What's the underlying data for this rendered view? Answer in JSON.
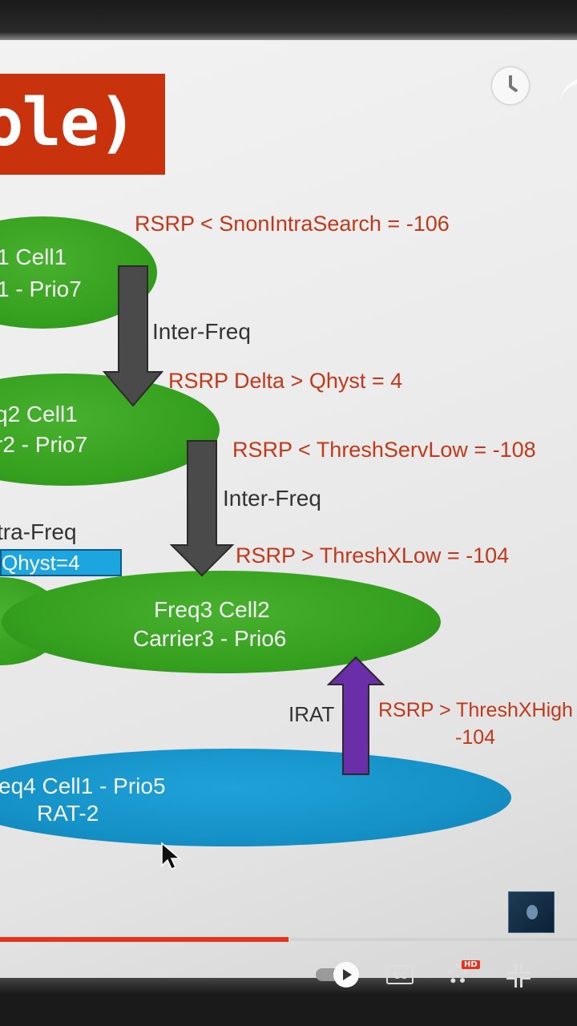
{
  "slide": {
    "title_fragment": "ole)",
    "cells": {
      "freq1": {
        "line1": "1 Cell1",
        "line2": "1 - Prio7"
      },
      "freq2": {
        "line1": "q2 Cell1",
        "line2": "r2 - Prio7"
      },
      "freq3": {
        "line1": "Freq3 Cell2",
        "line2": "Carrier3 - Prio6"
      },
      "freq4": {
        "line1": "eq4 Cell1 - Prio5",
        "line2": "RAT-2"
      }
    },
    "conditions": {
      "snon_intra_search": "RSRP < SnonIntraSearch = -106",
      "inter_freq_1": "Inter-Freq",
      "rsrp_delta": "RSRP Delta > Qhyst = 4",
      "thresh_serv_low": "RSRP < ThreshServLow = -108",
      "inter_freq_2": "Inter-Freq",
      "thresh_x_low": "RSRP > ThreshXLow = -104",
      "irat": "IRAT",
      "thresh_x_high_line1": "RSRP > ThreshXHigh",
      "thresh_x_high_line2": "-104"
    },
    "intra_freq": {
      "label": "tra-Freq",
      "qhyst": "Qhyst=4"
    },
    "colors": {
      "title_bg": "#c8320c",
      "green_cell": "#36a11f",
      "blue_cell": "#1592c8",
      "red_text": "#c0391b",
      "gray_arrow": "#4a4a4a",
      "purple_arrow": "#6a2fa8"
    }
  },
  "player": {
    "progress_fraction": 0.5,
    "cc_label": "CC",
    "hd_badge": "HD",
    "icons": [
      "clock-icon",
      "share-icon",
      "autoplay-toggle",
      "cc-icon",
      "settings-gear-icon",
      "fullscreen-exit-icon",
      "cursor-icon",
      "channel-logo"
    ]
  }
}
